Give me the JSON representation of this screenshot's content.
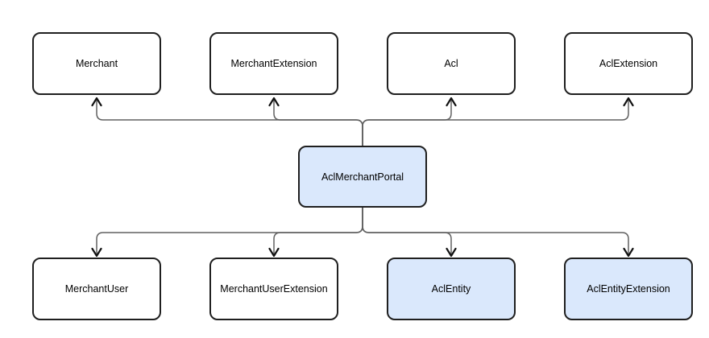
{
  "diagram": {
    "type": "dependency-diagram",
    "nodes": {
      "merchant": {
        "label": "Merchant",
        "fill": "white"
      },
      "merchant_extension": {
        "label": "MerchantExtension",
        "fill": "white"
      },
      "acl": {
        "label": "Acl",
        "fill": "white"
      },
      "acl_extension": {
        "label": "AclExtension",
        "fill": "white"
      },
      "acl_merchant_portal": {
        "label": "AclMerchantPortal",
        "fill": "blue"
      },
      "merchant_user": {
        "label": "MerchantUser",
        "fill": "white"
      },
      "merchant_user_extension": {
        "label": "MerchantUserExtension",
        "fill": "white"
      },
      "acl_entity": {
        "label": "AclEntity",
        "fill": "blue"
      },
      "acl_entity_extension": {
        "label": "AclEntityExtension",
        "fill": "blue"
      }
    },
    "edges": [
      {
        "from": "AclMerchantPortal",
        "to": "Merchant",
        "direction": "up"
      },
      {
        "from": "AclMerchantPortal",
        "to": "MerchantExtension",
        "direction": "up"
      },
      {
        "from": "AclMerchantPortal",
        "to": "Acl",
        "direction": "up"
      },
      {
        "from": "AclMerchantPortal",
        "to": "AclExtension",
        "direction": "up"
      },
      {
        "from": "AclMerchantPortal",
        "to": "MerchantUser",
        "direction": "down"
      },
      {
        "from": "AclMerchantPortal",
        "to": "MerchantUserExtension",
        "direction": "down"
      },
      {
        "from": "AclMerchantPortal",
        "to": "AclEntity",
        "direction": "down"
      },
      {
        "from": "AclMerchantPortal",
        "to": "AclEntityExtension",
        "direction": "down"
      }
    ],
    "colors": {
      "node_fill_default": "#ffffff",
      "node_fill_highlight": "#dae8fc",
      "node_border": "#1f1f1f",
      "edge_line": "#616161",
      "arrowhead": "#111111",
      "background": "#ffffff"
    }
  }
}
